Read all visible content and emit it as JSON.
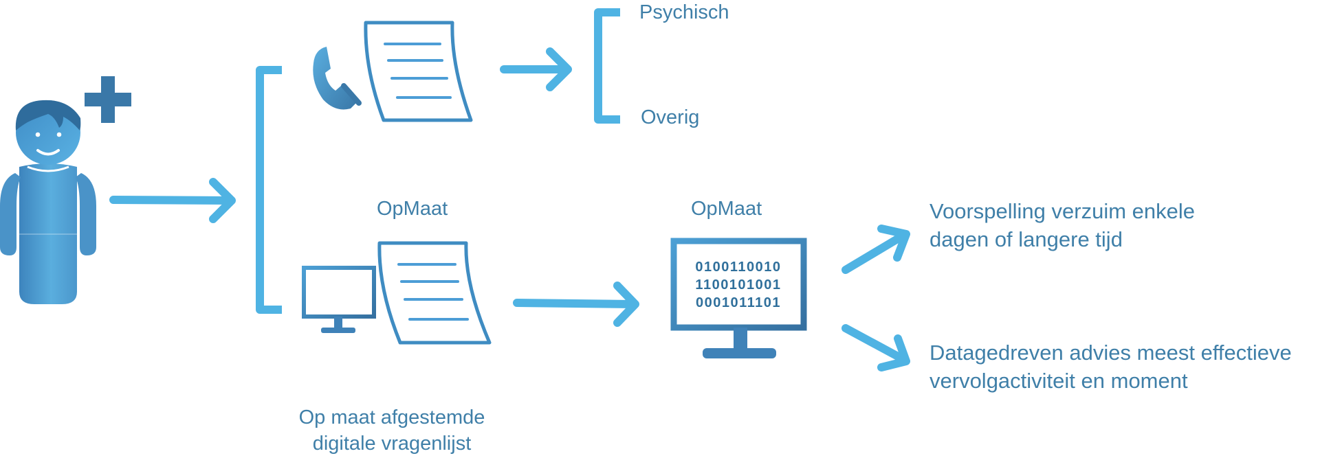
{
  "labels": {
    "psychisch": "Psychisch",
    "overig": "Overig",
    "opmaat_form": "OpMaat",
    "opmaat_computer": "OpMaat",
    "prediction": [
      "Voorspelling verzuim enkele",
      "dagen of langere tijd"
    ],
    "advice": [
      "Datagedreven advies meest effectieve",
      "vervolgactiviteit en moment"
    ],
    "questionnaire": [
      "Op maat afgestemde",
      "digitale vragenlijst"
    ]
  },
  "binary_lines": [
    "0100110010",
    "1100101001",
    "0001011101"
  ],
  "icons": {
    "person": "person-with-plus-icon",
    "phone": "phone-icon",
    "monitor": "monitor-icon",
    "document": "document-icon"
  },
  "colors": {
    "light_blue": "#4fb3e3",
    "mid_blue": "#4a90c4",
    "dark_blue": "#3a78a8",
    "text": "#3f7fa8"
  }
}
